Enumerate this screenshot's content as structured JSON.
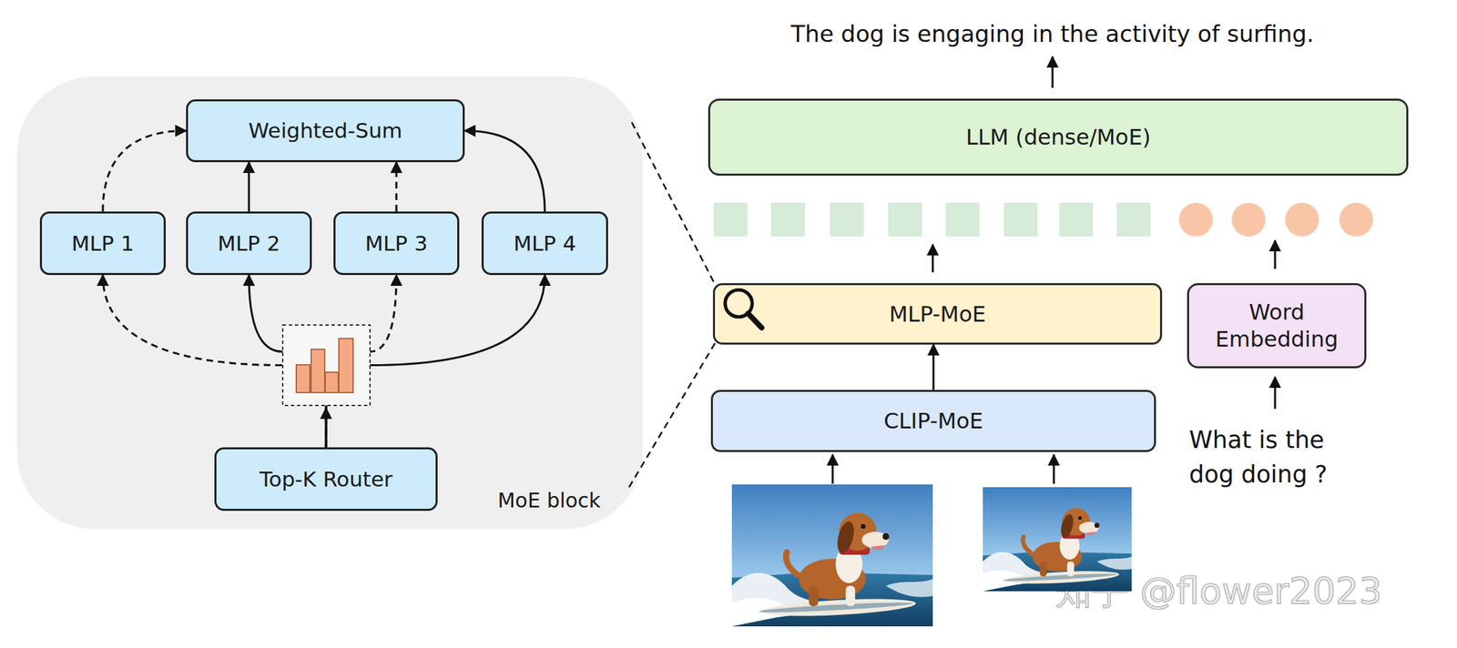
{
  "diagram": {
    "nodes": [
      {
        "text": [
          "MoE block"
        ]
      },
      {
        "text": [
          "Weighted-Sum"
        ],
        "in": 0
      },
      {
        "text": [
          "MLP 1"
        ],
        "in": 0
      },
      {
        "text": [
          "MLP 2"
        ],
        "in": 0
      },
      {
        "text": [
          "MLP 3"
        ],
        "in": 0
      },
      {
        "text": [
          "MLP 4"
        ],
        "in": 0
      },
      {
        "text": [
          "Top-K Router"
        ],
        "in": 0
      },
      {
        "text": [
          "LLM (dense/MoE)"
        ]
      },
      {
        "text": [
          "MLP-MoE"
        ]
      },
      {
        "text": [
          "Word Embedding"
        ]
      },
      {
        "text": [
          "CLIP-MoE"
        ]
      }
    ],
    "edges": [
      {
        "from": 2,
        "to": 1,
        "arrow": "to"
      },
      {
        "from": 3,
        "to": 1,
        "arrow": "to"
      },
      {
        "from": 4,
        "to": 1,
        "arrow": "to"
      },
      {
        "from": 5,
        "to": 1,
        "arrow": "to"
      },
      {
        "from": 6,
        "to": 2,
        "arrow": "to"
      },
      {
        "from": 6,
        "to": 3,
        "arrow": "to"
      },
      {
        "from": 6,
        "to": 4,
        "arrow": "to"
      },
      {
        "from": 6,
        "to": 5,
        "arrow": "to"
      },
      {
        "from": 10,
        "to": 8,
        "arrow": "to"
      },
      {
        "from": 0,
        "to": 8,
        "arrow": "none"
      },
      {
        "from": 0,
        "to": 8,
        "arrow": "none"
      }
    ],
    "labels": [
      "The dog is engaging in the activity of surfing.",
      "What is the dog doing ?",
      "知乎 @flower2023"
    ]
  }
}
